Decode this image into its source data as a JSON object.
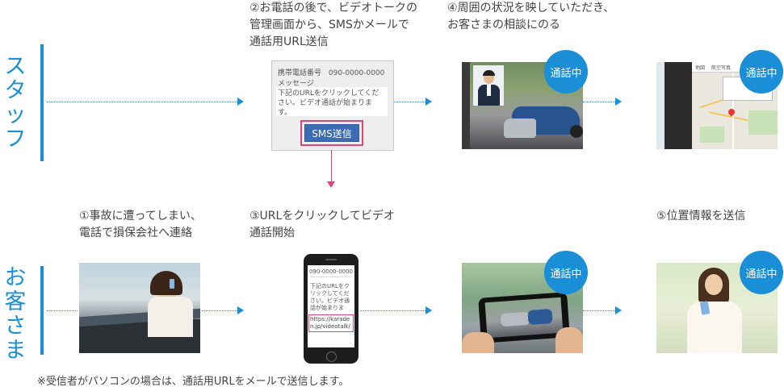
{
  "lanes": {
    "staff": "スタッフ",
    "customer": "お客さま"
  },
  "captions": {
    "step1": "①事故に遭ってしまい、\n電話で損保会社へ連絡",
    "step2": "②お電話の後で、ビデオトークの\n管理画面から、SMSかメールで\n通話用URL送信",
    "step3": "③URLをクリックしてビデオ\n通話開始",
    "step4": "④周囲の状況を映していただき、\nお客さまの相談にのる",
    "step5": "⑤位置情報を送信"
  },
  "badge_text": "通話中",
  "sms_panel": {
    "phone_label": "携帯電話番号",
    "phone_number": "090-0000-0000",
    "message_label": "メッセージ",
    "message_body": "下記のURLをクリックしてください。ビデオ通話が始まります。",
    "button": "SMS送信"
  },
  "phone_screen": {
    "number": "090-0000-0000",
    "message": "下記のURLをクリックしてください。ビデオ通話が始まります。",
    "url": "https://karaden.jp/videotalk/"
  },
  "map_panel": {
    "tab1": "地図",
    "tab2": "航空写真"
  },
  "footnote": "※受信者がパソコンの場合は、通話用URLをメールで送信します。",
  "colors": {
    "accent": "#1a8fd8",
    "highlight": "#e0457a",
    "sms_button": "#3b6db6"
  }
}
